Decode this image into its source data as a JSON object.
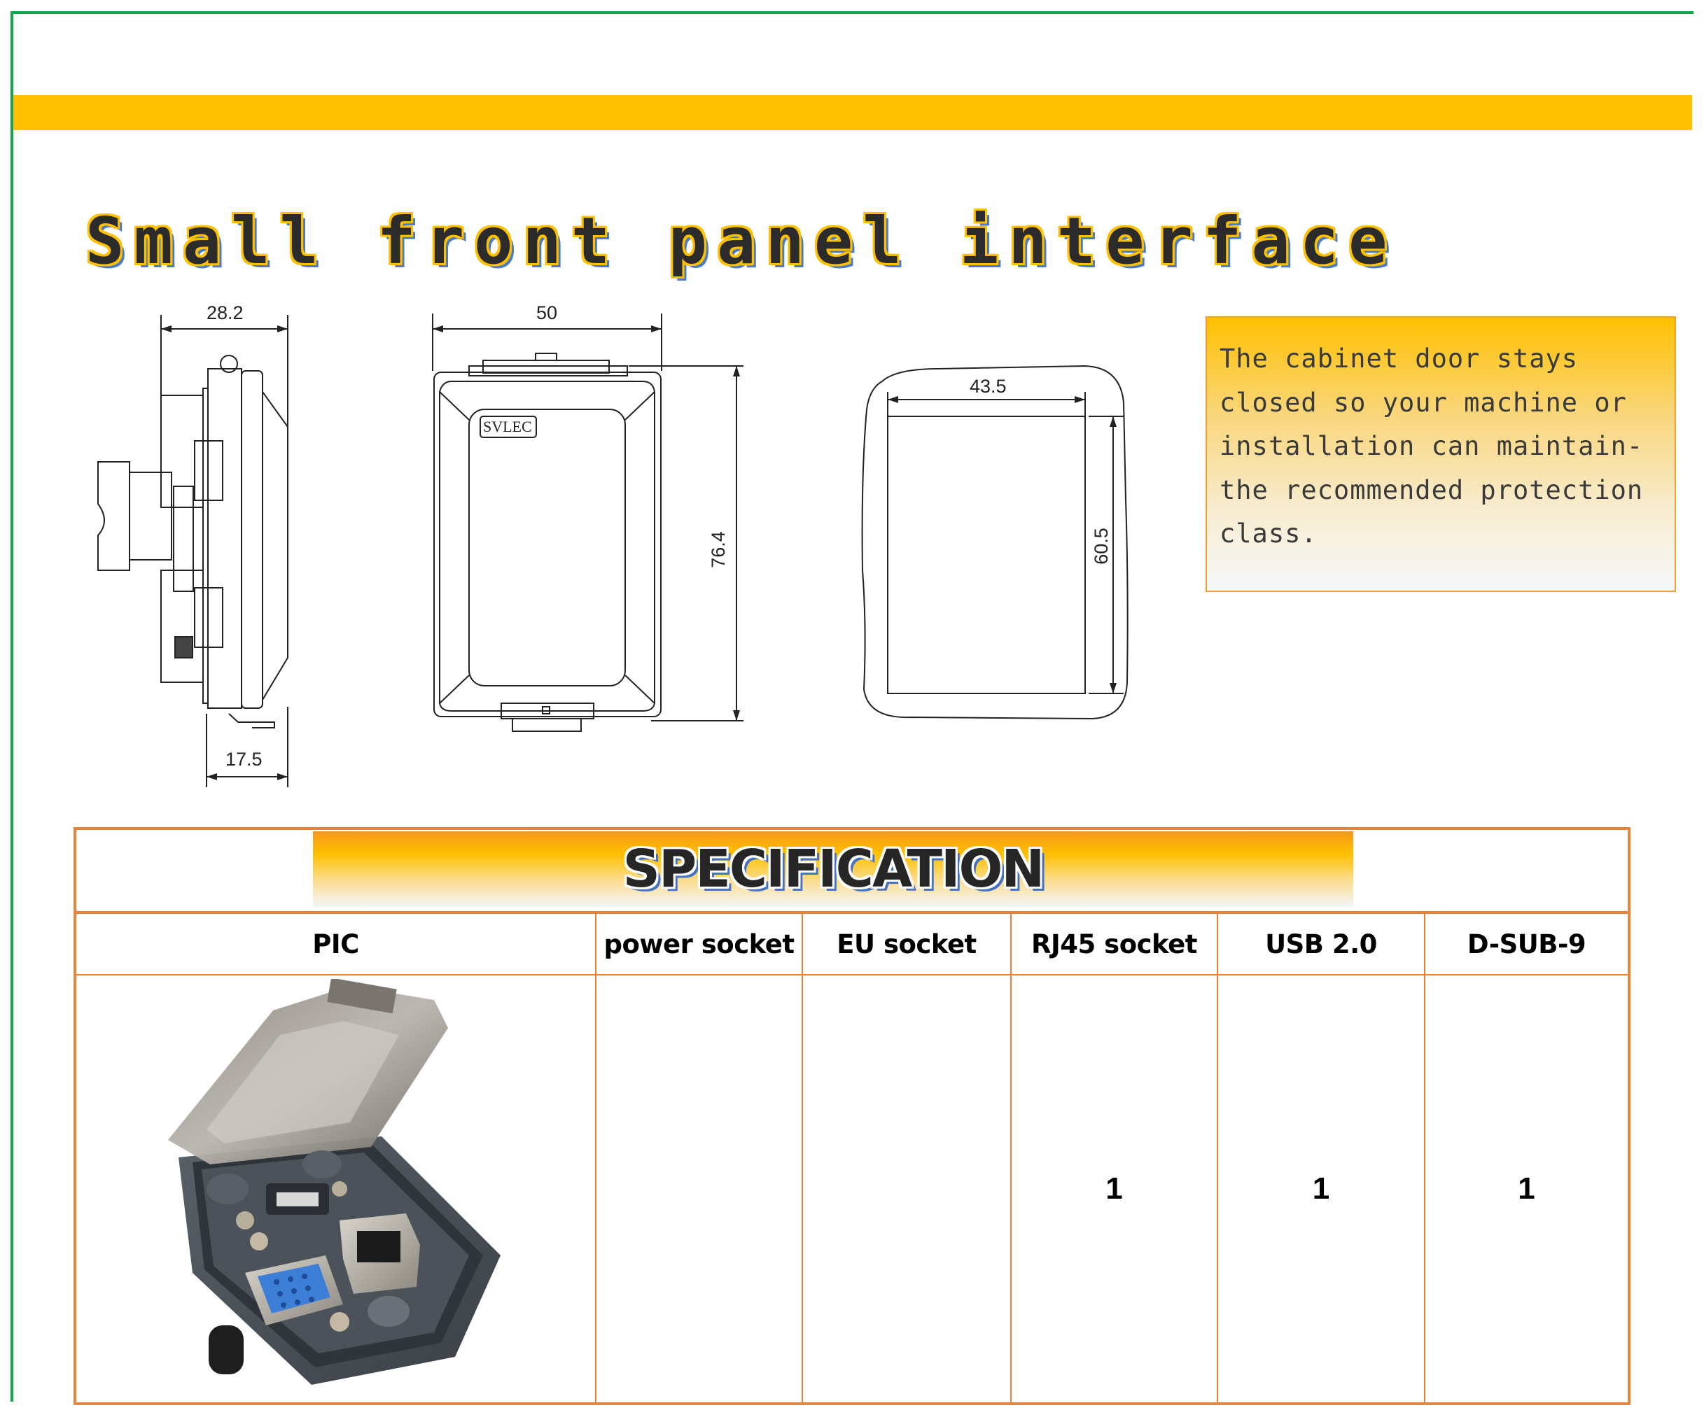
{
  "page": {
    "title": "Small front panel interface",
    "colors": {
      "frame_green": "#0FA64E",
      "accent_bar": "#FFC000",
      "table_border": "#E8843C",
      "title_outline": "#FFC000",
      "title_shadow": "#4A7BC8"
    }
  },
  "drawings": {
    "side_view": {
      "width_dim": "28.2",
      "depth_dim": "17.5"
    },
    "front_view": {
      "width_dim": "50",
      "height_dim": "76.4",
      "brand_label": "SVLEC"
    },
    "cutout_view": {
      "width_dim": "43.5",
      "height_dim": "60.5"
    }
  },
  "info_box": {
    "text": "The cabinet door stays\nclosed so your machine or\ninstallation can maintain-\nthe recommended protection\nclass."
  },
  "specification": {
    "title": "SPECIFICATION",
    "columns": [
      {
        "header": "PIC",
        "value": ""
      },
      {
        "header": "power socket",
        "value": ""
      },
      {
        "header": "EU socket",
        "value": ""
      },
      {
        "header": "RJ45 socket",
        "value": "1"
      },
      {
        "header": "USB 2.0",
        "value": "1"
      },
      {
        "header": "D-SUB-9",
        "value": "1"
      }
    ],
    "product_image": "small-front-panel-interface-photo"
  }
}
